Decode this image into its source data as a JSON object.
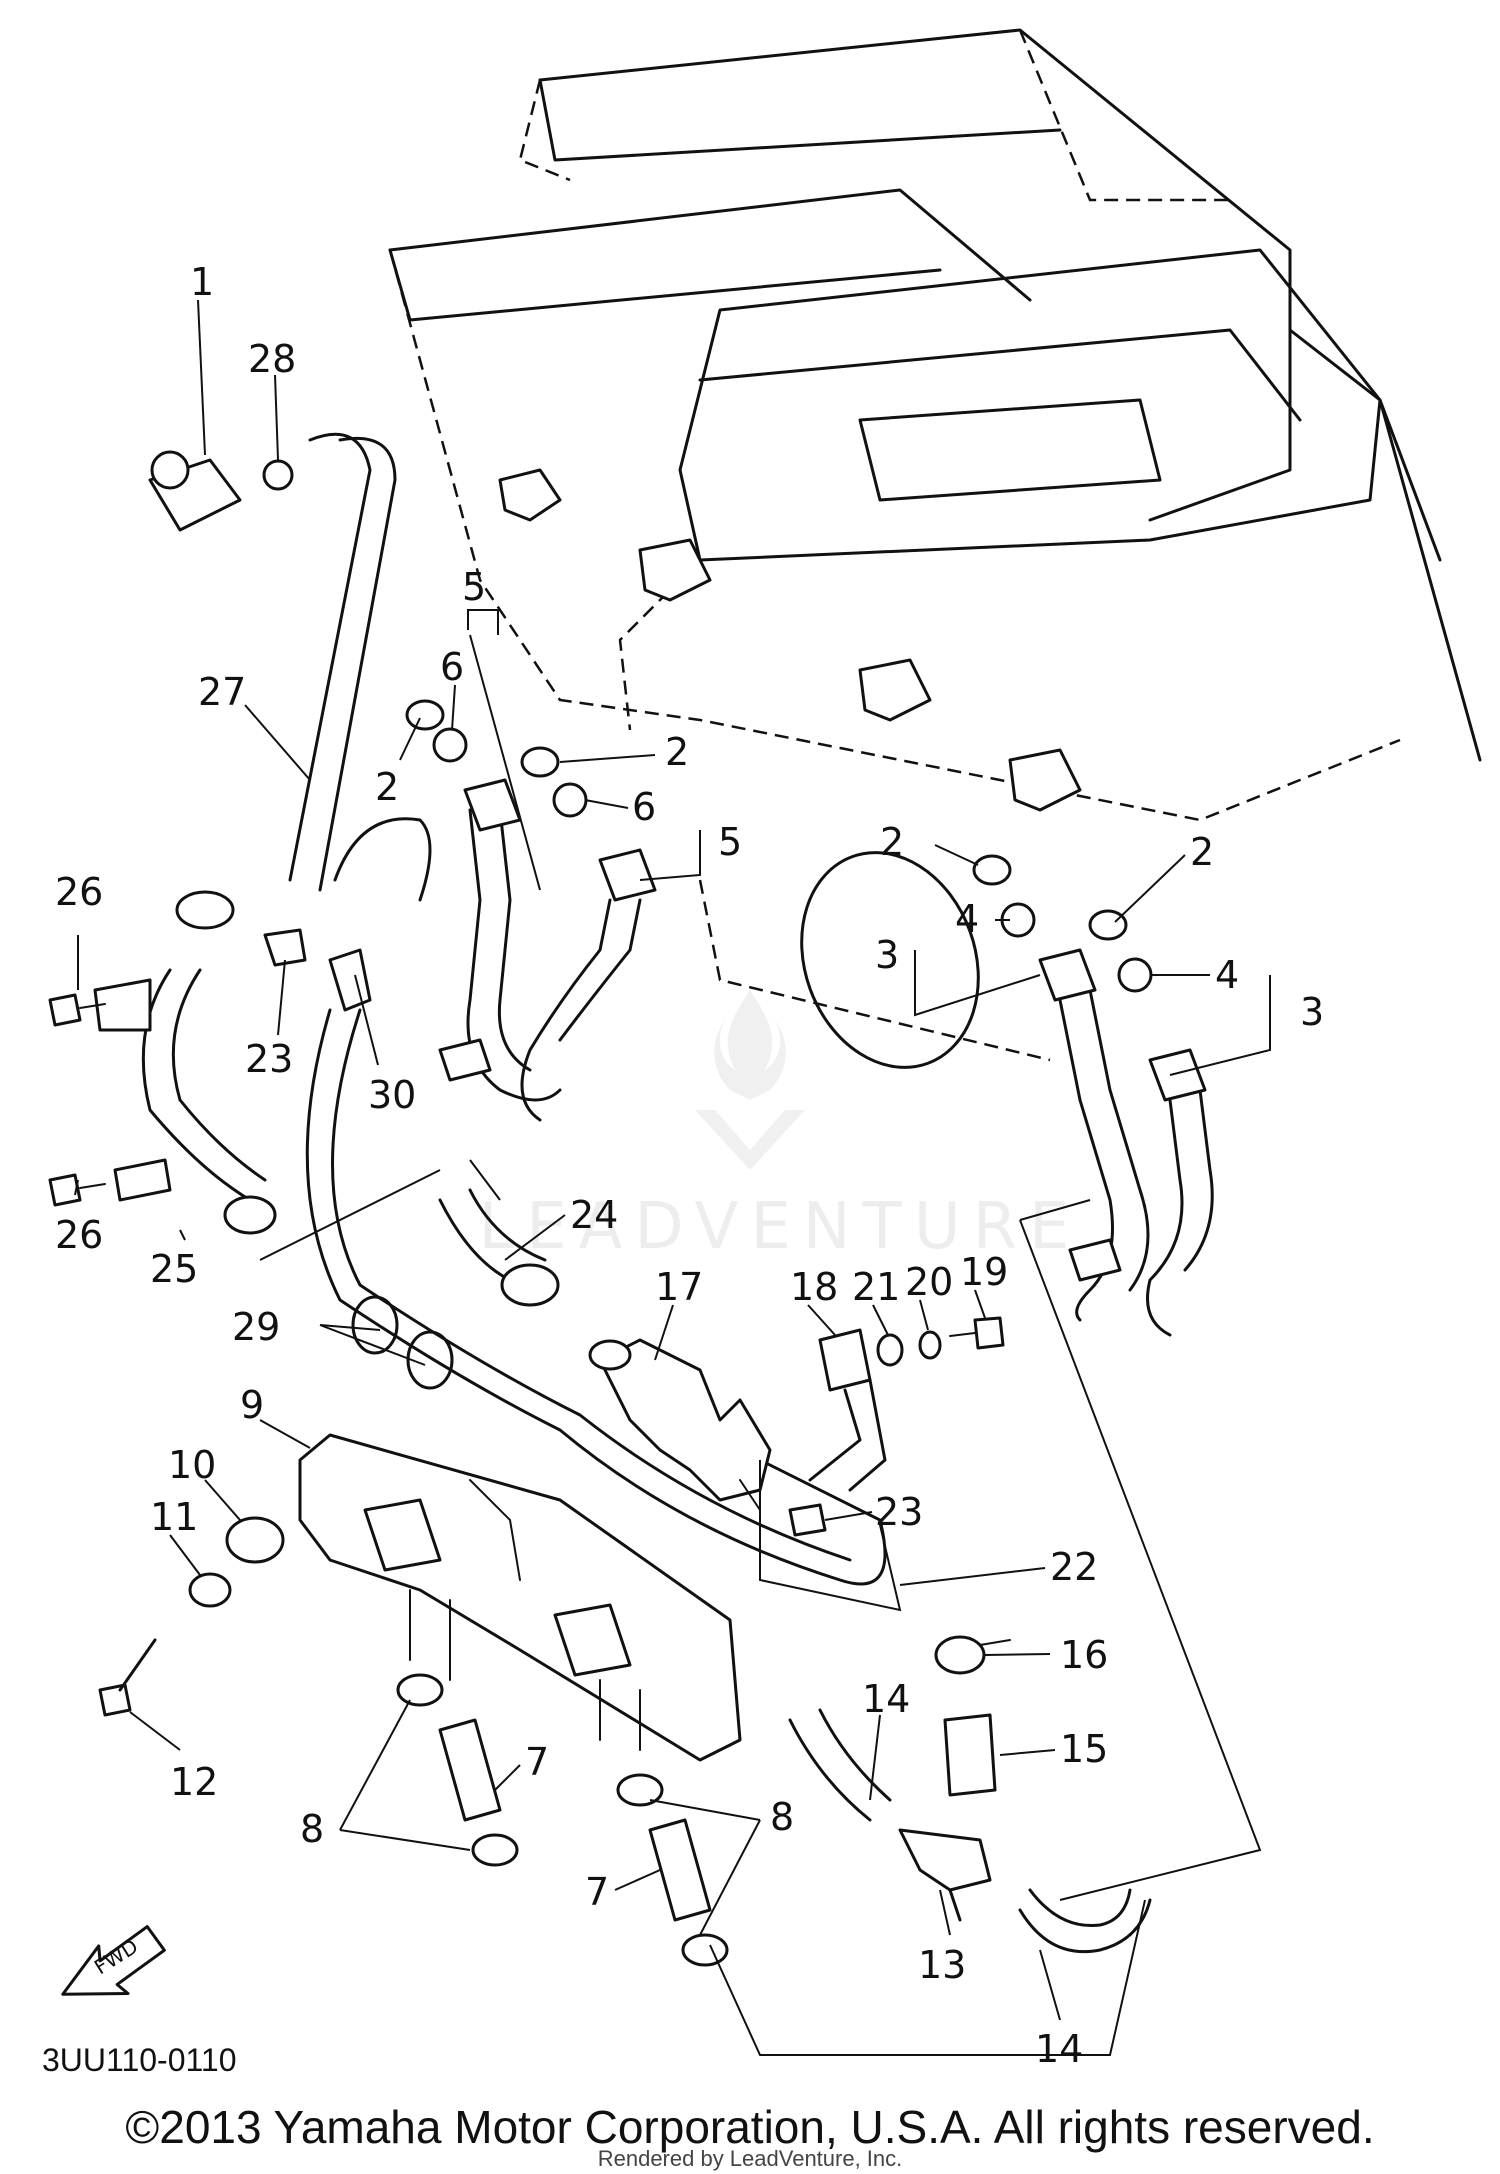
{
  "diagram": {
    "code": "3UU110-0110",
    "fwd_label": "FWD",
    "watermark_text": "LEADVENTURE",
    "copyright": "©2013 Yamaha Motor Corporation, U.S.A. All rights reserved.",
    "render_credit": "Rendered by LeadVenture, Inc.",
    "callouts": [
      "1",
      "28",
      "27",
      "5",
      "6",
      "2",
      "2",
      "6",
      "5",
      "2",
      "2",
      "4",
      "3",
      "4",
      "3",
      "26",
      "23",
      "30",
      "26",
      "25",
      "24",
      "29",
      "17",
      "18",
      "21",
      "20",
      "19",
      "9",
      "10",
      "11",
      "23",
      "22",
      "16",
      "12",
      "14",
      "15",
      "7",
      "8",
      "8",
      "7",
      "13",
      "14"
    ]
  }
}
